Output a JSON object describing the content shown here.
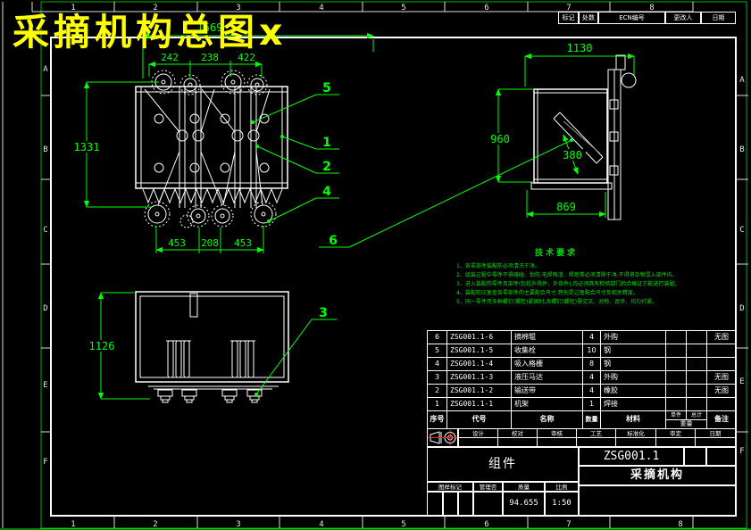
{
  "sheet": {
    "title": "采摘机构总图x",
    "colors": {
      "background": "#000000",
      "line_green": "#00ff00",
      "line_white": "#ffffff",
      "title_yellow": "#ffff00",
      "symbol_red": "#ff2020"
    }
  },
  "grid": {
    "columns": [
      "1",
      "2",
      "3",
      "4",
      "5",
      "6",
      "7",
      "8"
    ],
    "rows": [
      "A",
      "B",
      "C",
      "D",
      "E",
      "F"
    ]
  },
  "ecn_table": {
    "headers": [
      "标记",
      "处数",
      "ECN编号",
      "更改人",
      "日期"
    ]
  },
  "views": {
    "front": {
      "dim_total_width": "1569",
      "dim_top": [
        "242",
        "238",
        "422"
      ],
      "dim_height": "1331",
      "dim_bottom": [
        "453",
        "208",
        "453"
      ]
    },
    "side": {
      "dim_width": "1130",
      "dim_height": "960",
      "dim_diag": "380",
      "dim_bottom": "869"
    },
    "bottom": {
      "dim_height": "1126"
    }
  },
  "balloons": {
    "b1": "1",
    "b2": "2",
    "b3": "3",
    "b4": "4",
    "b5": "5",
    "b6": "6"
  },
  "tech_requirements": {
    "title": "技术要求",
    "items": [
      "1、各零部件装配前必须清洗干净。",
      "2、组装过程中零件不得磕碰、划伤,电焊残渣、焊疤等必须清除干净,不得将杂物混入部件内。",
      "3、进入装配的零件及部件(包括外购件、外协件),均必须具有检验部门的合格证方能进行装配。",
      "4、装配前应复查各零部件的主要配合尺寸,特别是过盈配合尺寸及相关精度。",
      "5、同一零件用多种螺钉(螺栓)紧固时,各螺钉(螺栓)需交叉、对称、逐步、均匀拧紧。"
    ]
  },
  "bom": {
    "headers": {
      "seq": "序号",
      "code": "代号",
      "name": "名称",
      "qty": "数量",
      "material": "材料",
      "unit": "单件",
      "total": "总计",
      "weight": "重量",
      "remark": "备注"
    },
    "rows": [
      {
        "seq": "6",
        "code": "ZSG001.1-6",
        "name": "摘棉辊",
        "qty": "4",
        "material": "外购",
        "unit": "",
        "total": "",
        "remark": "无图"
      },
      {
        "seq": "5",
        "code": "ZSG001.1-5",
        "name": "收集栓",
        "qty": "10",
        "material": "钢",
        "unit": "",
        "total": "",
        "remark": ""
      },
      {
        "seq": "4",
        "code": "ZSG001.1-4",
        "name": "吸入格栅",
        "qty": "8",
        "material": "钢",
        "unit": "",
        "total": "",
        "remark": ""
      },
      {
        "seq": "3",
        "code": "ZSG001.1-3",
        "name": "液压马达",
        "qty": "4",
        "material": "外购",
        "unit": "",
        "total": "",
        "remark": "无图"
      },
      {
        "seq": "2",
        "code": "ZSG001.1-2",
        "name": "输送带",
        "qty": "4",
        "material": "橡胶",
        "unit": "",
        "total": "",
        "remark": "无图"
      },
      {
        "seq": "1",
        "code": "ZSG001.1-1",
        "name": "机架",
        "qty": "1",
        "material": "焊接",
        "unit": "",
        "total": "",
        "remark": ""
      }
    ]
  },
  "title_block": {
    "sign_labels": [
      "设计",
      "校对",
      "审核",
      "工艺",
      "标准化",
      "审定",
      "日期"
    ],
    "type_label": "组件",
    "drawing_no": "ZSG001.1",
    "part_name": "采摘机构",
    "bottom_labels": [
      "图样标记",
      "管理否",
      "质量",
      "比例"
    ],
    "weight_value": "94.655",
    "scale_value": "1:50"
  }
}
